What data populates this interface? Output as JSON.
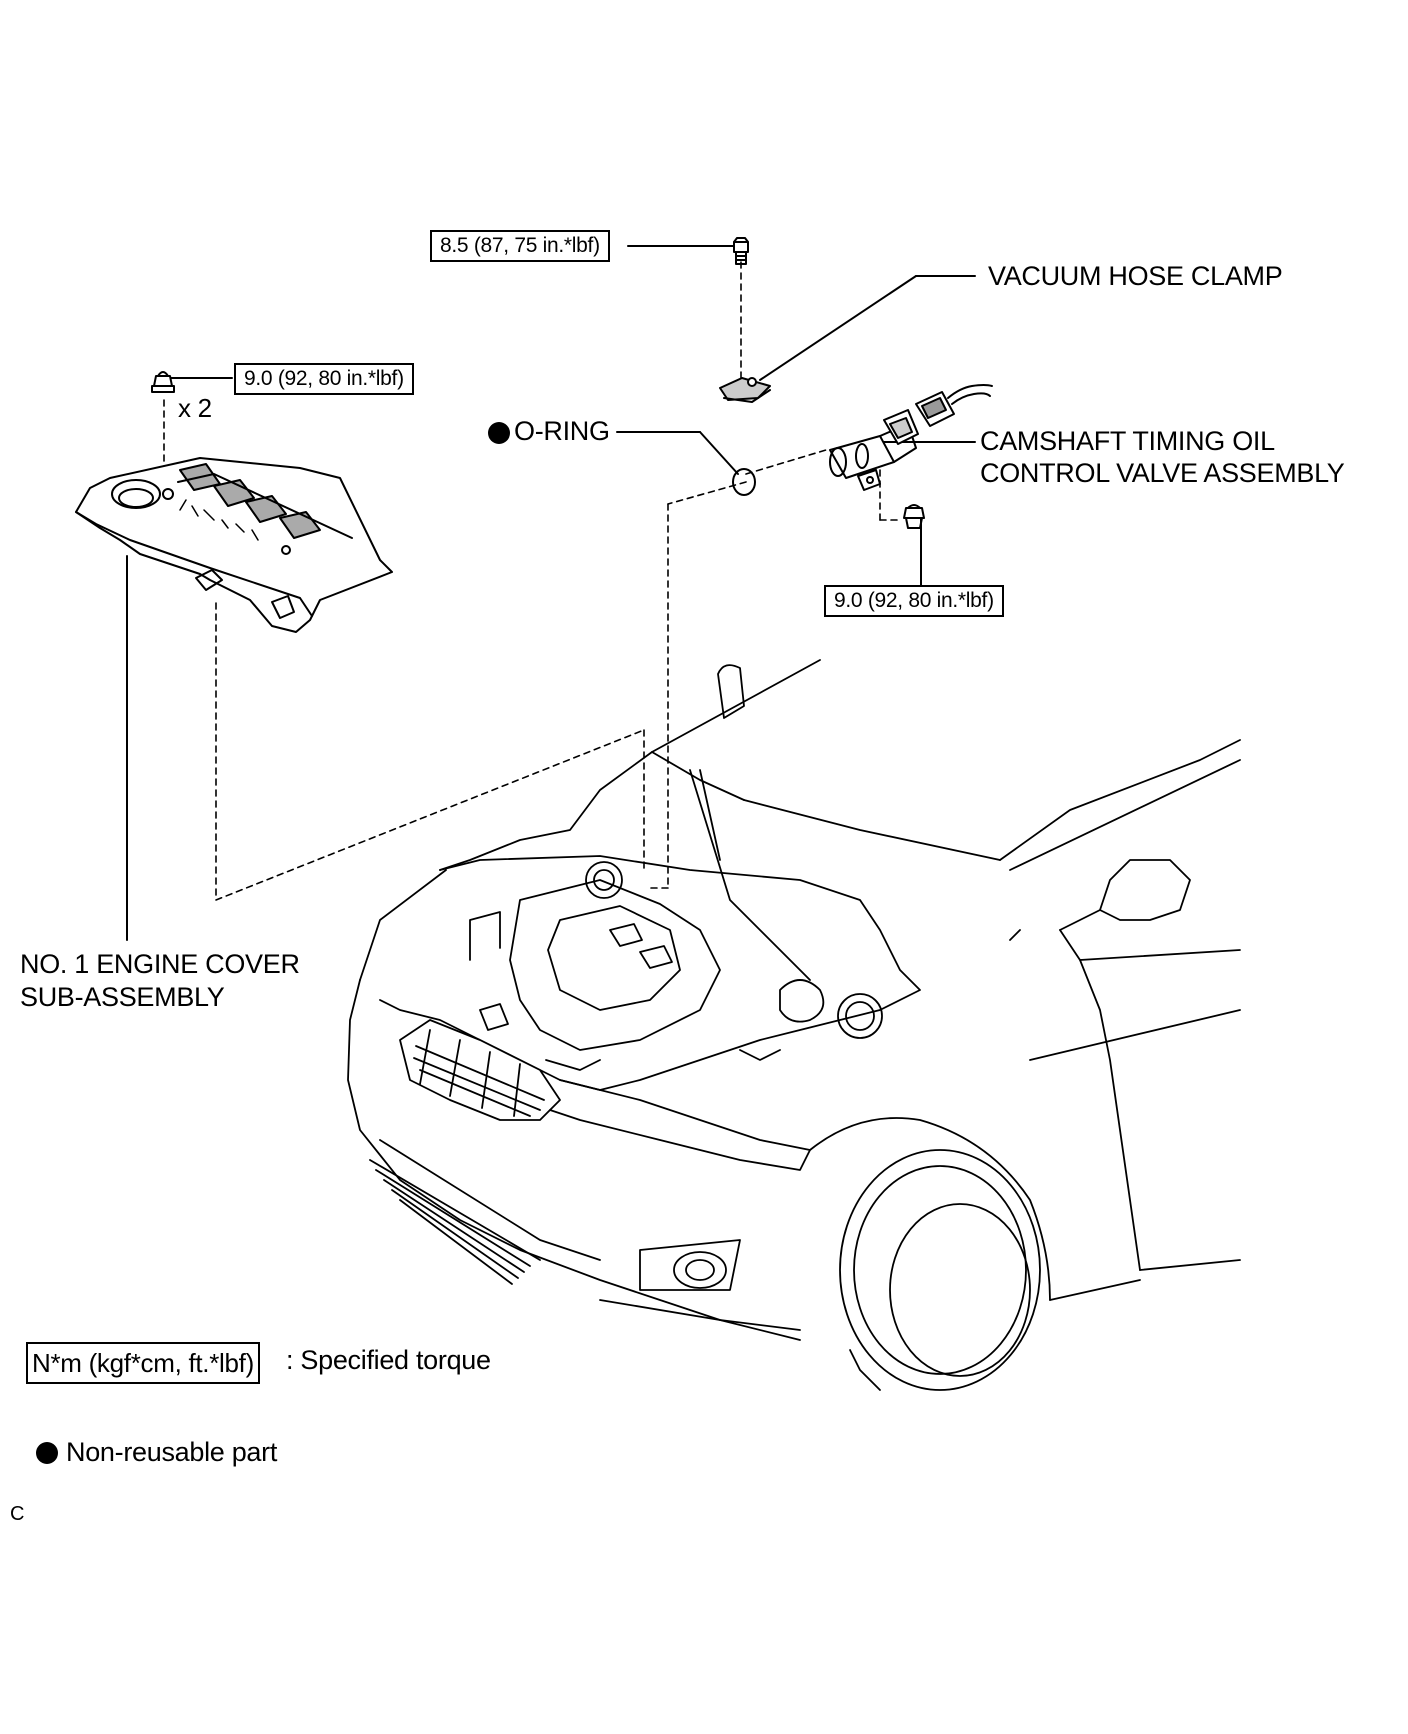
{
  "labels": {
    "vacuum_hose_clamp": "VACUUM HOSE CLAMP",
    "ocv_line1": "CAMSHAFT TIMING OIL",
    "ocv_line2": "CONTROL VALVE ASSEMBLY",
    "o_ring": "O-RING",
    "engine_cover_line1": "NO. 1 ENGINE COVER",
    "engine_cover_line2": "SUB-ASSEMBLY",
    "quantity": "x 2"
  },
  "torques": {
    "clamp_bolt": "8.5 (87, 75 in.*lbf)",
    "cover_nut": "9.0 (92, 80 in.*lbf)",
    "ocv_bolt": "9.0 (92, 80 in.*lbf)"
  },
  "legend": {
    "torque_unit": "N*m (kgf*cm, ft.*lbf)",
    "torque_desc": ": Specified torque",
    "nonreusable_desc": "Non-reusable part"
  },
  "figure_code": "C"
}
